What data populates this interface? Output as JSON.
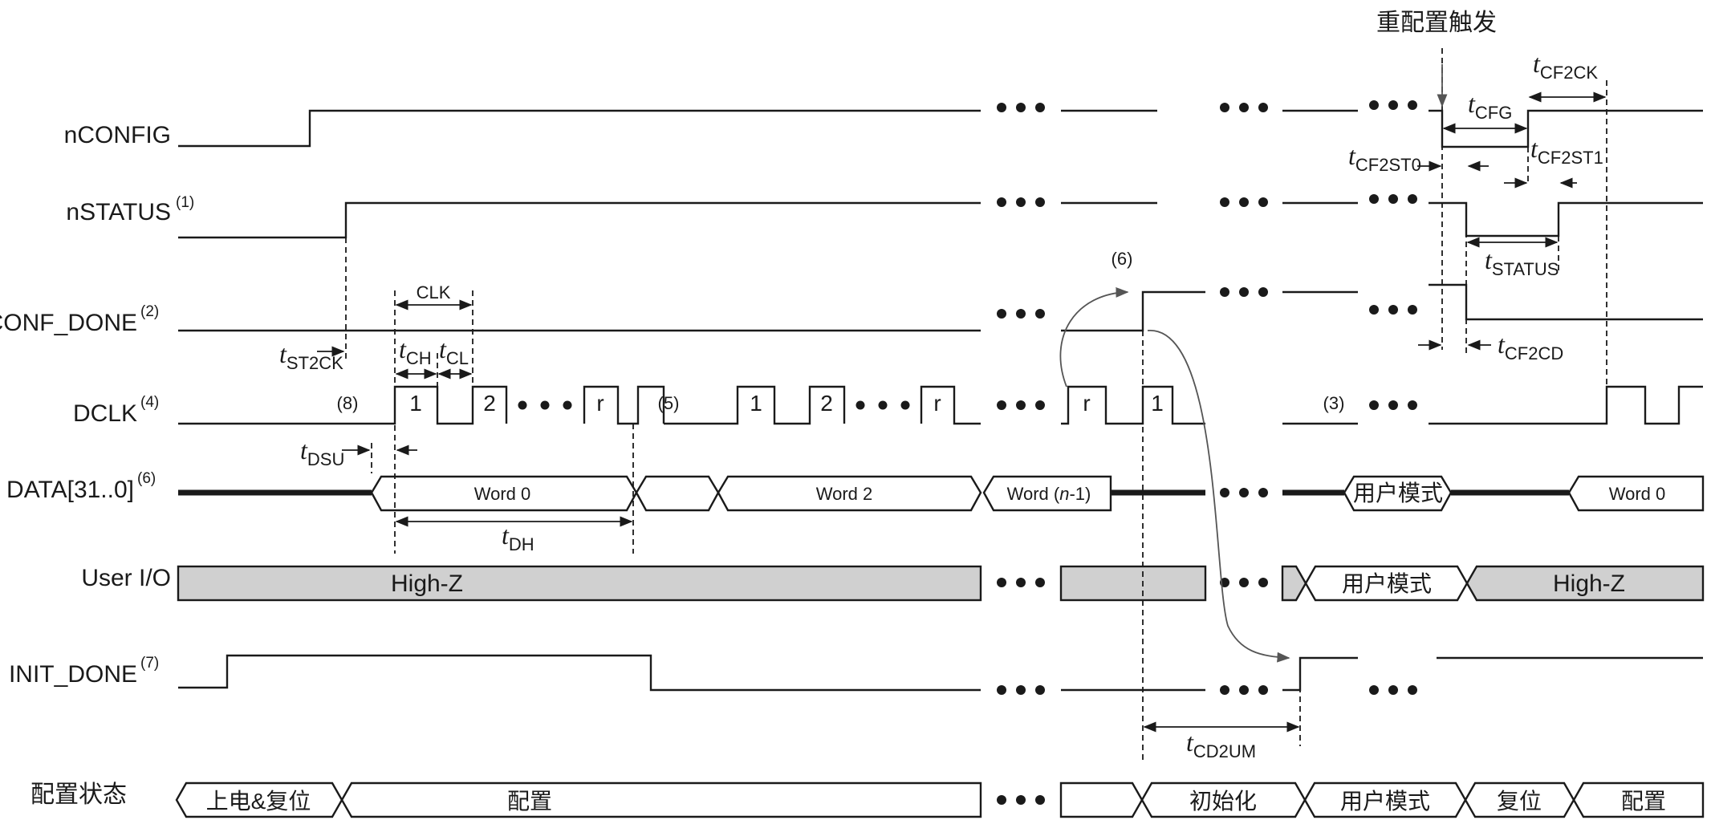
{
  "signals": {
    "nconfig": {
      "name": "nCONFIG",
      "note": ""
    },
    "nstatus": {
      "name": "nSTATUS",
      "note": "(1)"
    },
    "conf_done": {
      "name": "CONF_DONE",
      "note": "(2)"
    },
    "dclk": {
      "name": "DCLK",
      "note": "(4)"
    },
    "data": {
      "name": "DATA[31..0]",
      "note": "(6)"
    },
    "user_io": {
      "name": "User I/O",
      "note": ""
    },
    "init_done": {
      "name": "INIT_DONE",
      "note": "(7)"
    },
    "config_state": {
      "name": "配置状态",
      "note": ""
    }
  },
  "top_caption": "重配置触发",
  "dclk_pulses": {
    "p1": "1",
    "p2": "2",
    "pr": "r",
    "q1": "1",
    "q2": "2",
    "qr": "r",
    "s_r": "r",
    "s_1": "1"
  },
  "data_words": {
    "w0": "Word 0",
    "w2": "Word 2",
    "wn_prefix": "Word (",
    "wn_var": "n",
    "wn_suffix": "-1)",
    "user": "用户模式",
    "w0b": "Word 0"
  },
  "user_io_states": {
    "hz1": "High-Z",
    "user": "用户模式",
    "hz2": "High-Z"
  },
  "config_states": {
    "s1": "上电&复位",
    "s2": "配置",
    "s3": "初始化",
    "s4": "用户模式",
    "s5": "复位",
    "s6": "配置"
  },
  "notes": {
    "n3": "(3)",
    "n5": "(5)",
    "n6": "(6)",
    "n8": "(8)"
  },
  "timing": {
    "t_prefix": "t",
    "clk": "CLK",
    "st2ck": "ST2CK",
    "ch": "CH",
    "cl": "CL",
    "dsu": "DSU",
    "dh": "DH",
    "cfg": "CFG",
    "cf2ck": "CF2CK",
    "cf2st0": "CF2ST0",
    "cf2st1": "CF2ST1",
    "status": "STATUS",
    "cf2cd": "CF2CD",
    "cd2um": "CD2UM"
  }
}
